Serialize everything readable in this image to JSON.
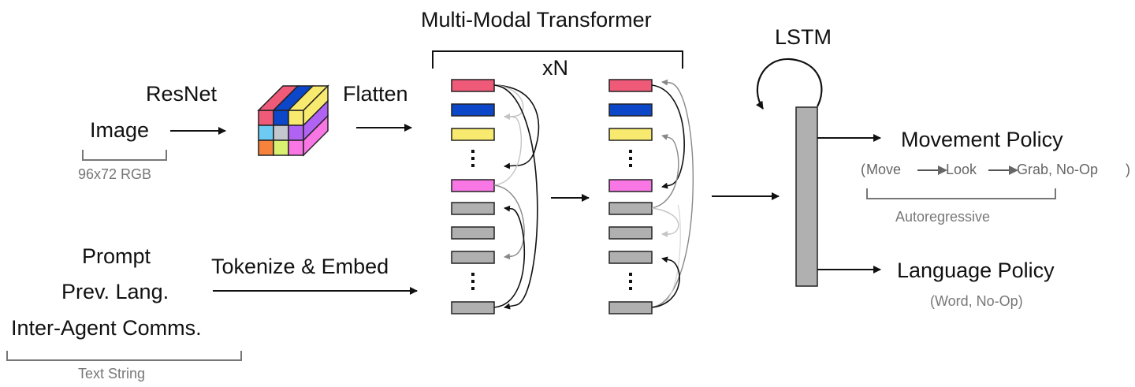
{
  "inputs": {
    "image": {
      "label": "Image",
      "encoder_label": "ResNet",
      "size_caption": "96x72 RGB"
    },
    "text": {
      "lines": [
        "Prompt",
        "Prev. Lang.",
        "Inter-Agent Comms."
      ],
      "caption": "Text String",
      "encoder_label": "Tokenize & Embed"
    }
  },
  "feature_cube": {
    "flatten_label": "Flatten",
    "front_face_colors": [
      [
        "#ef5a78",
        "#0c47c9",
        "#f8ea6e"
      ],
      [
        "#6dcaf2",
        "#c3c6cc",
        "#b063f2"
      ],
      [
        "#f6823c",
        "#d9f070",
        "#f877e4"
      ]
    ],
    "top_face_colors": [
      "#ef5a78",
      "#0c47c9",
      "#f8ea6e"
    ],
    "side_face_colors": [
      "#f8ea6e",
      "#b063f2",
      "#f877e4"
    ]
  },
  "transformer": {
    "title": "Multi-Modal Transformer",
    "repeat_label": "xN",
    "ellipsis": "⋮",
    "token_colors": {
      "red": "#ef5a78",
      "blue": "#0c47c9",
      "yellow": "#f8ea6e",
      "pink": "#f877e4",
      "gray": "#b0b0b0"
    },
    "column_tokens": [
      "red",
      "blue",
      "yellow",
      "ellipsis",
      "pink",
      "gray",
      "gray",
      "gray",
      "ellipsis",
      "gray"
    ]
  },
  "lstm": {
    "label": "LSTM",
    "bar_color": "#b0b0b0"
  },
  "outputs": {
    "movement": {
      "title": "Movement Policy",
      "actions": [
        "Move",
        "Look",
        "Grab, No-Op"
      ],
      "open_paren": "(",
      "close_paren": ")",
      "bracket_caption": "Autoregressive"
    },
    "language": {
      "title": "Language Policy",
      "subtitle": "(Word, No-Op)"
    }
  }
}
